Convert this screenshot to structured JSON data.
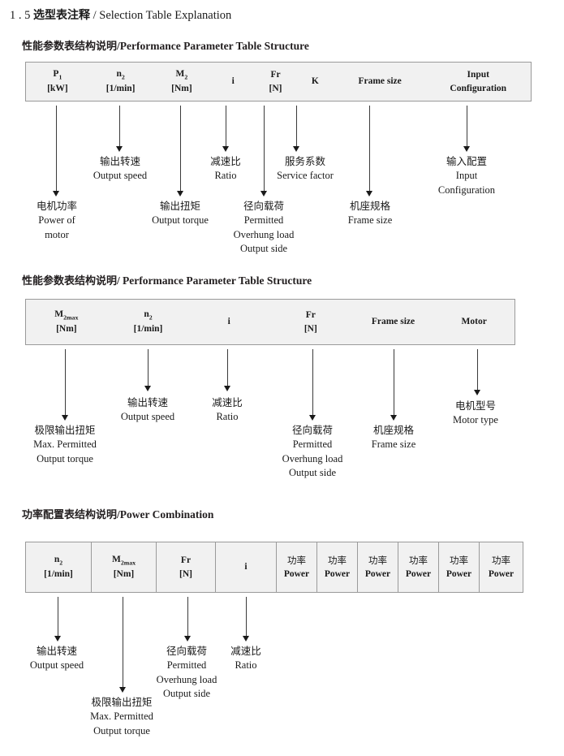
{
  "page": {
    "section_number": "1 . 5",
    "section_title_cn": "选型表注释",
    "section_title_sep": "/",
    "section_title_en": "Selection Table Explanation"
  },
  "blocks": [
    {
      "heading_cn": "性能参数表结构说明",
      "heading_sep": "/",
      "heading_en": "Performance Parameter Table Structure",
      "columns": [
        {
          "sym": "P",
          "sub": "1",
          "unit": "[kW]"
        },
        {
          "sym": "n",
          "sub": "2",
          "unit": "[1/min]"
        },
        {
          "sym": "M",
          "sub": "2",
          "unit": "[Nm]"
        },
        {
          "sym": "i",
          "sub": "",
          "unit": ""
        },
        {
          "sym": "Fr",
          "sub": "",
          "unit": "[N]"
        },
        {
          "sym": "K",
          "sub": "",
          "unit": ""
        },
        {
          "sym": "Frame size",
          "sub": "",
          "unit": ""
        },
        {
          "sym": "Input",
          "sub": "",
          "unit": "Configuration"
        }
      ],
      "notes": [
        {
          "cn": "电机功率",
          "en": [
            "Power of",
            "motor"
          ]
        },
        {
          "cn": "输出转速",
          "en": [
            "Output speed"
          ]
        },
        {
          "cn": "输出扭矩",
          "en": [
            "Output torque"
          ]
        },
        {
          "cn": "减速比",
          "en": [
            "Ratio"
          ]
        },
        {
          "cn": "径向载荷",
          "en": [
            "Permitted",
            "Overhung load",
            "Output side"
          ]
        },
        {
          "cn": "服务系数",
          "en": [
            "Service factor"
          ]
        },
        {
          "cn": "机座规格",
          "en": [
            "Frame size"
          ]
        },
        {
          "cn": "输入配置",
          "en": [
            "Input",
            "Configuration"
          ]
        }
      ]
    },
    {
      "heading_cn": "性能参数表结构说明",
      "heading_sep": "/",
      "heading_en": "Performance Parameter Table Structure",
      "columns": [
        {
          "sym": "M",
          "sub": "2max",
          "unit": "[Nm]"
        },
        {
          "sym": "n",
          "sub": "2",
          "unit": "[1/min]"
        },
        {
          "sym": "i",
          "sub": "",
          "unit": ""
        },
        {
          "sym": "Fr",
          "sub": "",
          "unit": "[N]"
        },
        {
          "sym": "Frame size",
          "sub": "",
          "unit": ""
        },
        {
          "sym": "Motor",
          "sub": "",
          "unit": ""
        }
      ],
      "notes": [
        {
          "cn": "极限输出扭矩",
          "en": [
            "Max. Permitted",
            "Output  torque"
          ]
        },
        {
          "cn": "输出转速",
          "en": [
            "Output speed"
          ]
        },
        {
          "cn": "减速比",
          "en": [
            "Ratio"
          ]
        },
        {
          "cn": "径向载荷",
          "en": [
            "Permitted",
            "Overhung load",
            "Output side"
          ]
        },
        {
          "cn": "机座规格",
          "en": [
            "Frame size"
          ]
        },
        {
          "cn": "电机型号",
          "en": [
            "Motor type"
          ]
        }
      ]
    },
    {
      "heading_cn": "功率配置表结构说明",
      "heading_sep": "/",
      "heading_en": "Power Combination",
      "columns": [
        {
          "sym": "n",
          "sub": "2",
          "unit": "[1/min]"
        },
        {
          "sym": "M",
          "sub": "2max",
          "unit": "[Nm]"
        },
        {
          "sym": "Fr",
          "sub": "",
          "unit": "[N]"
        },
        {
          "sym": "i",
          "sub": "",
          "unit": ""
        },
        {
          "cn": "功率",
          "unit": "Power"
        },
        {
          "cn": "功率",
          "unit": "Power"
        },
        {
          "cn": "功率",
          "unit": "Power"
        },
        {
          "cn": "功率",
          "unit": "Power"
        },
        {
          "cn": "功率",
          "unit": "Power"
        },
        {
          "cn": "功率",
          "unit": "Power"
        }
      ],
      "notes": [
        {
          "cn": "输出转速",
          "en": [
            "Output speed"
          ]
        },
        {
          "cn": "极限输出扭矩",
          "en": [
            "Max. Permitted",
            "Output  torque"
          ]
        },
        {
          "cn": "径向载荷",
          "en": [
            "Permitted",
            "Overhung load",
            "Output side"
          ]
        },
        {
          "cn": "减速比",
          "en": [
            "Ratio"
          ]
        }
      ]
    }
  ]
}
